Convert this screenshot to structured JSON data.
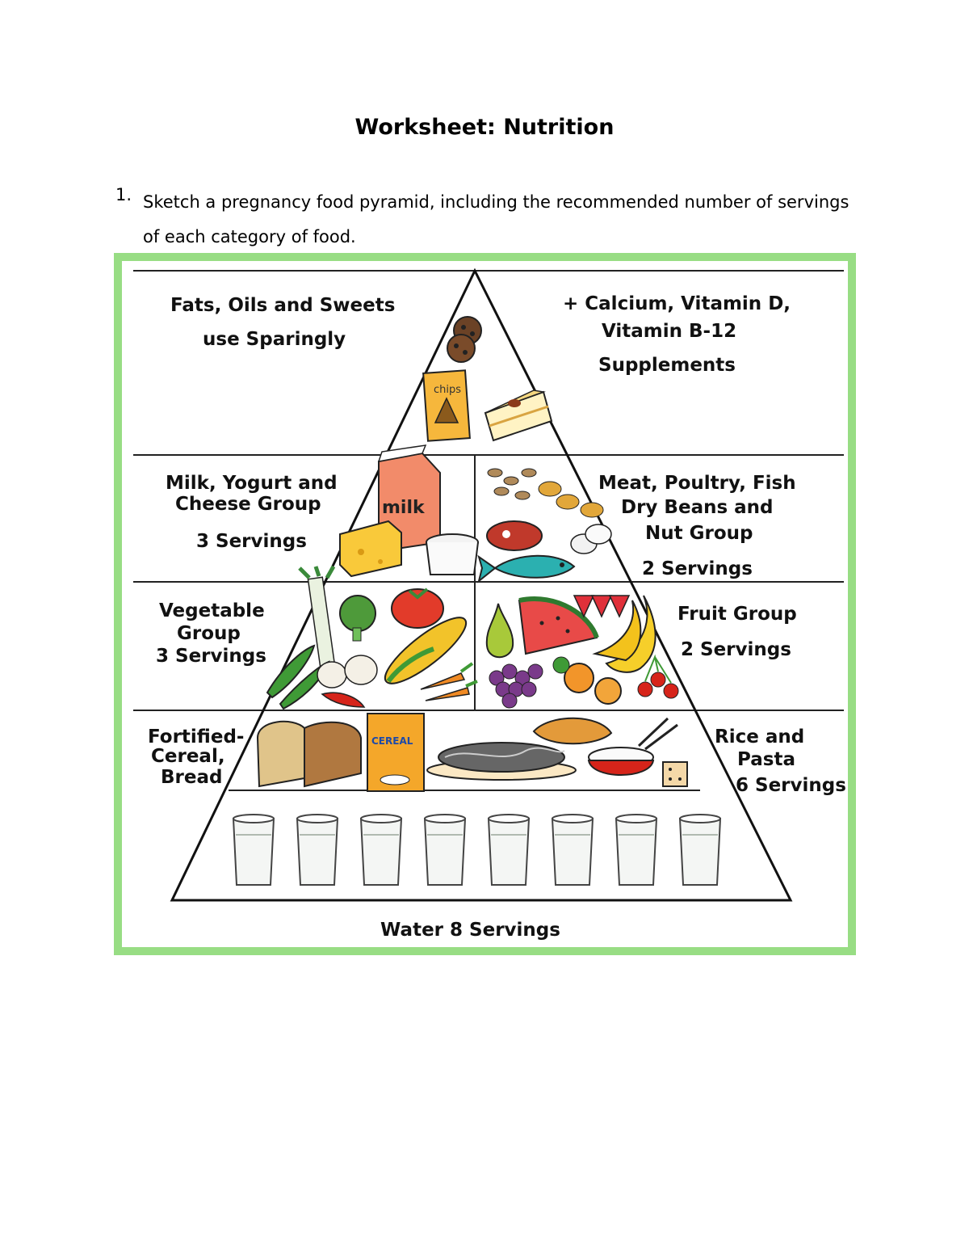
{
  "document": {
    "title": "Worksheet: Nutrition",
    "question_number": "1.",
    "question_text": "Sketch a pregnancy food pyramid, including the recommended number of servings of each category of food."
  },
  "pyramid": {
    "top_left": [
      "Fats, Oils and Sweets",
      "use Sparingly"
    ],
    "top_right": [
      "+ Calcium, Vitamin D,",
      "Vitamin B-12",
      "Supplements"
    ],
    "top_food": {
      "chips_label": "chips"
    },
    "milk_group": [
      "Milk, Yogurt and",
      "Cheese Group",
      "3 Servings"
    ],
    "milk_food": {
      "carton_label": "milk"
    },
    "meat_group": [
      "Meat, Poultry, Fish",
      "Dry Beans and",
      "Nut Group",
      "2 Servings"
    ],
    "vegetable_group": [
      "Vegetable",
      "Group",
      "3 Servings"
    ],
    "fruit_group": [
      "Fruit Group",
      "2 Servings"
    ],
    "grain_left": [
      "Fortified-",
      "Cereal,",
      "Bread"
    ],
    "grain_right": [
      "Rice and",
      "Pasta",
      "6 Servings"
    ],
    "grain_food": {
      "cereal_label": "CEREAL"
    },
    "water": "Water 8 Servings",
    "water_glasses": 8
  },
  "colors": {
    "frame": "#98dd84"
  }
}
